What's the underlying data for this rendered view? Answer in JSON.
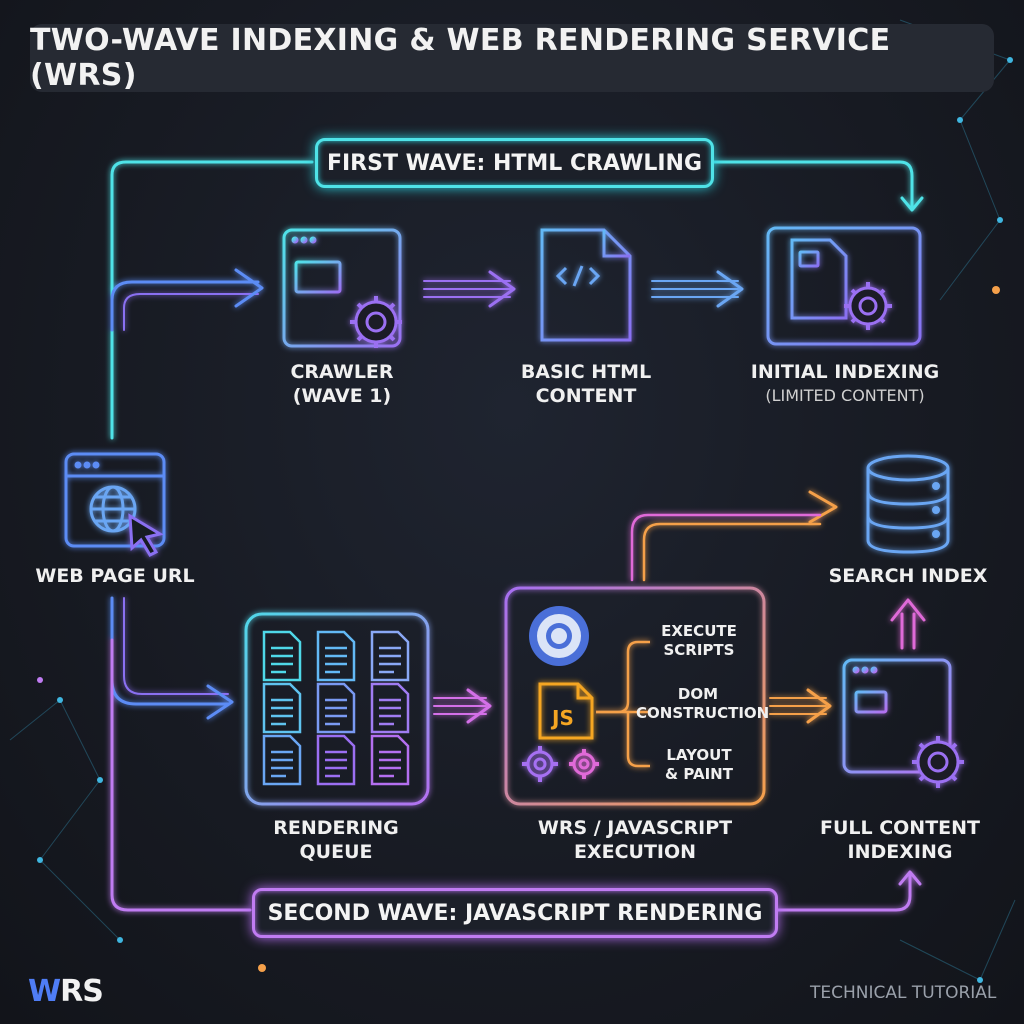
{
  "title": "TWO-WAVE INDEXING & WEB RENDERING SERVICE (WRS)",
  "first_wave": "FIRST WAVE: HTML CRAWLING",
  "second_wave": "SECOND WAVE: JAVASCRIPT RENDERING",
  "nodes": {
    "web_page_url": "WEB PAGE URL",
    "crawler_line1": "CRAWLER",
    "crawler_line2": "(WAVE 1)",
    "basic_html_line1": "BASIC HTML",
    "basic_html_line2": "CONTENT",
    "initial_indexing_line1": "INITIAL INDEXING",
    "initial_indexing_line2": "(LIMITED CONTENT)",
    "search_index": "SEARCH INDEX",
    "rendering_queue_line1": "RENDERING",
    "rendering_queue_line2": "QUEUE",
    "wrs_line1": "WRS / JAVASCRIPT",
    "wrs_line2": "EXECUTION",
    "full_indexing_line1": "FULL CONTENT",
    "full_indexing_line2": "INDEXING"
  },
  "wrs_steps": {
    "execute_line1": "EXECUTE",
    "execute_line2": "SCRIPTS",
    "dom_line1": "DOM",
    "dom_line2": "CONSTRUCTION",
    "layout_line1": "LAYOUT",
    "layout_line2": "& PAINT",
    "js_badge": "JS"
  },
  "brand": {
    "w": "W",
    "rs": "RS"
  },
  "footer": "TECHNICAL TUTORIAL",
  "colors": {
    "cyan": "#4fe3e8",
    "blue": "#5b8cf5",
    "purple": "#b46ff0",
    "magenta": "#e06ad8",
    "orange": "#f5a04a"
  }
}
